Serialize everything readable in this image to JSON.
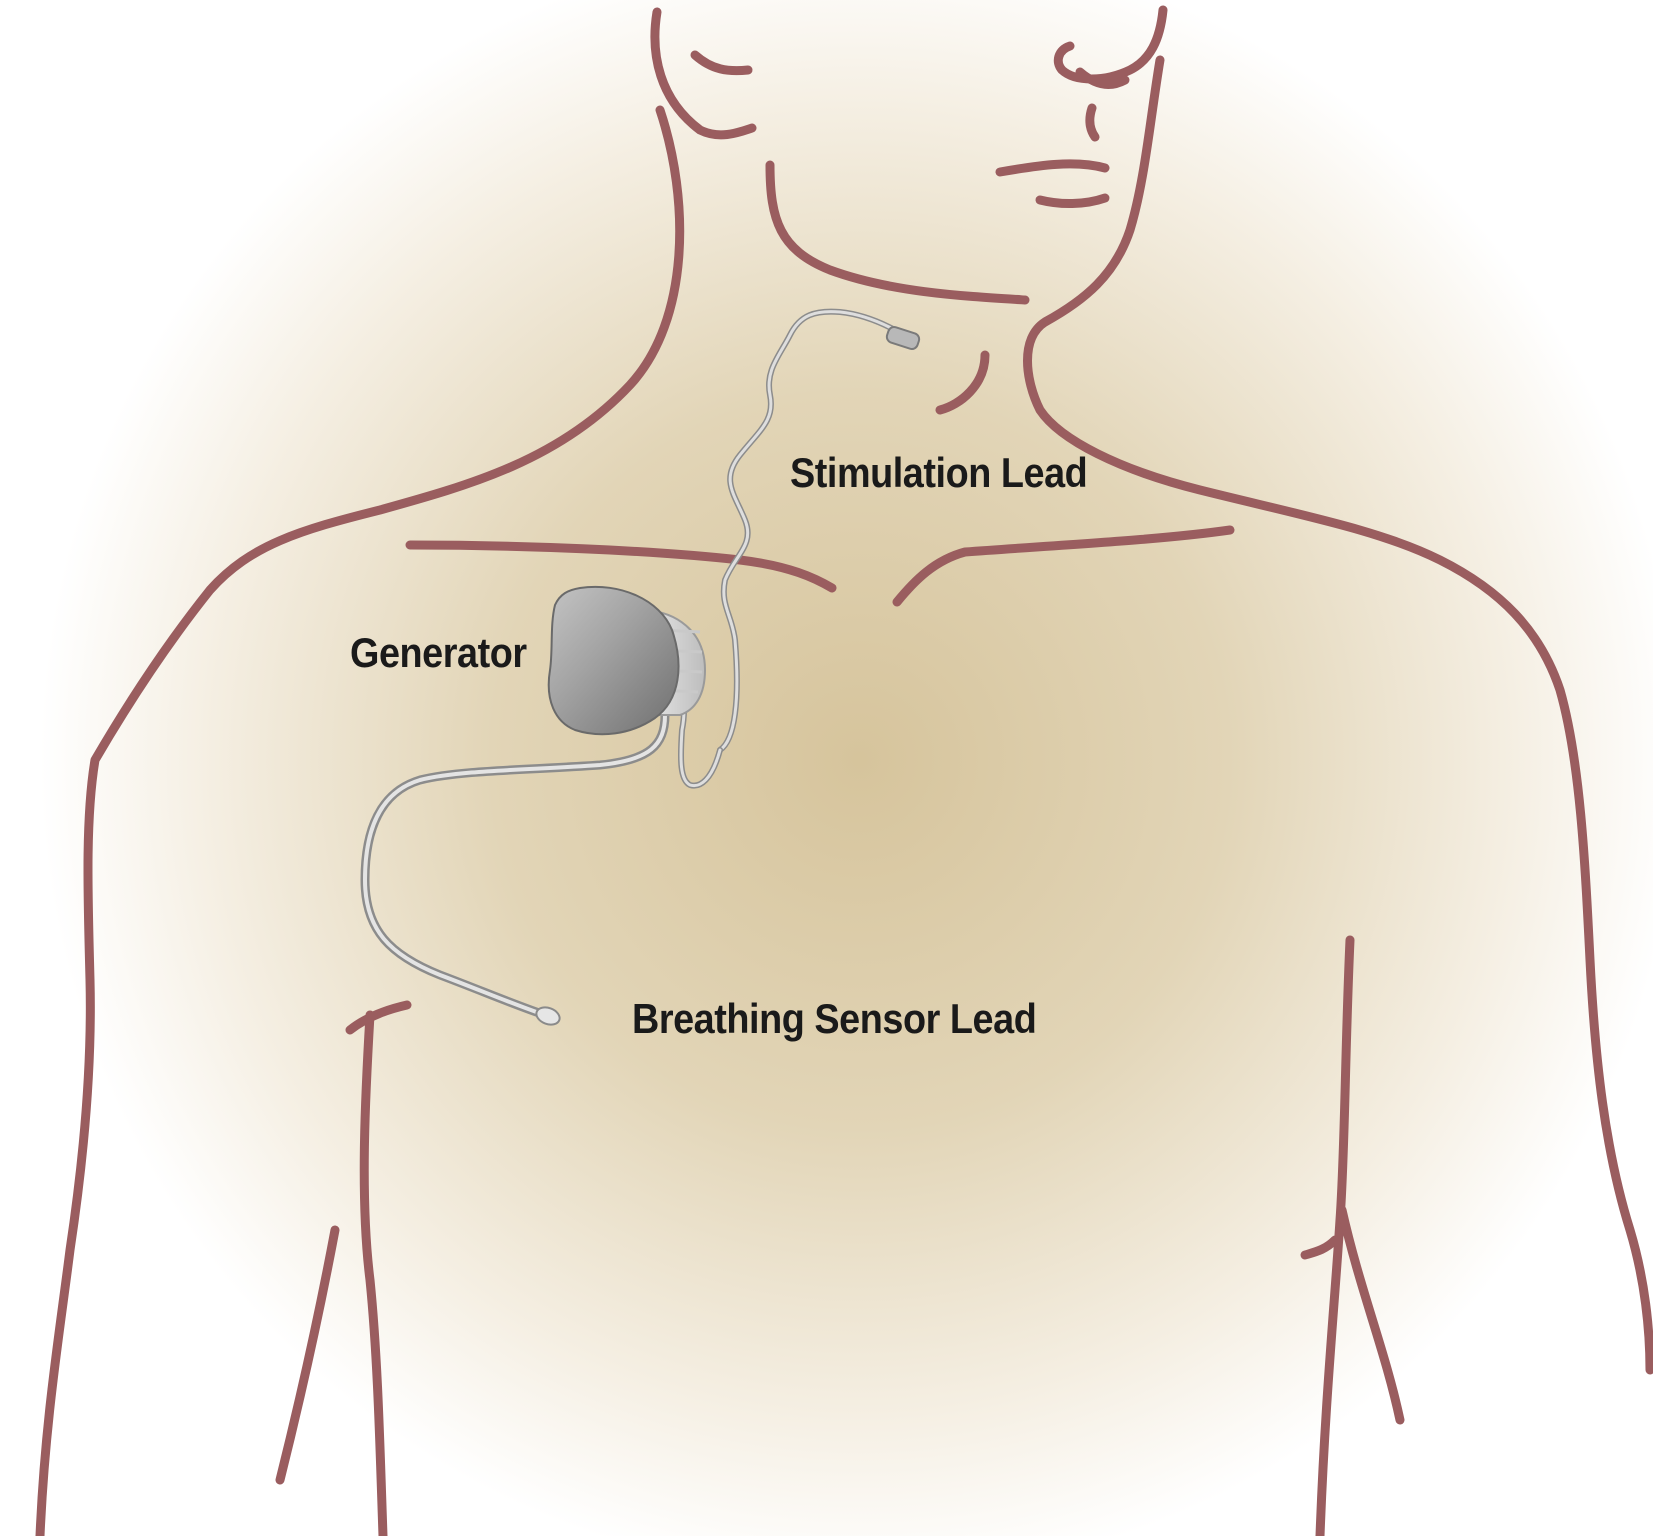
{
  "labels": {
    "stimulation_lead": "Stimulation Lead",
    "generator": "Generator",
    "breathing_sensor_lead": "Breathing Sensor Lead"
  },
  "colors": {
    "outline": "#9a5d5f",
    "skin_center": "#d9c7a0",
    "skin_edge": "#ffffff",
    "device": "#9d9d9d",
    "lead": "#c8c8c8"
  }
}
